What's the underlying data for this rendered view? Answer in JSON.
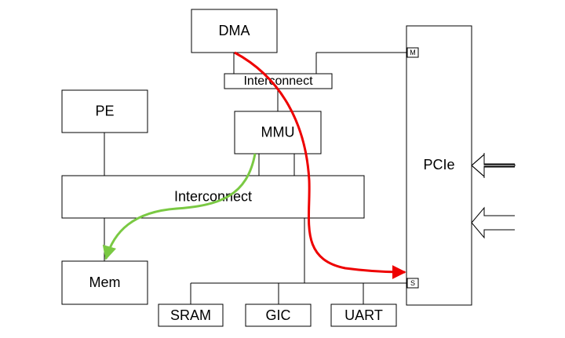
{
  "blocks": {
    "dma": "DMA",
    "interconnect_top": "Interconnect",
    "pe": "PE",
    "mmu": "MMU",
    "interconnect_main": "Interconnect",
    "mem": "Mem",
    "pcie": "PCIe",
    "sram": "SRAM",
    "gic": "GIC",
    "uart": "UART"
  },
  "ports": {
    "master": "M",
    "slave": "S"
  },
  "colors": {
    "dma_path": "#ee0000",
    "mmu_path": "#7ac943"
  }
}
